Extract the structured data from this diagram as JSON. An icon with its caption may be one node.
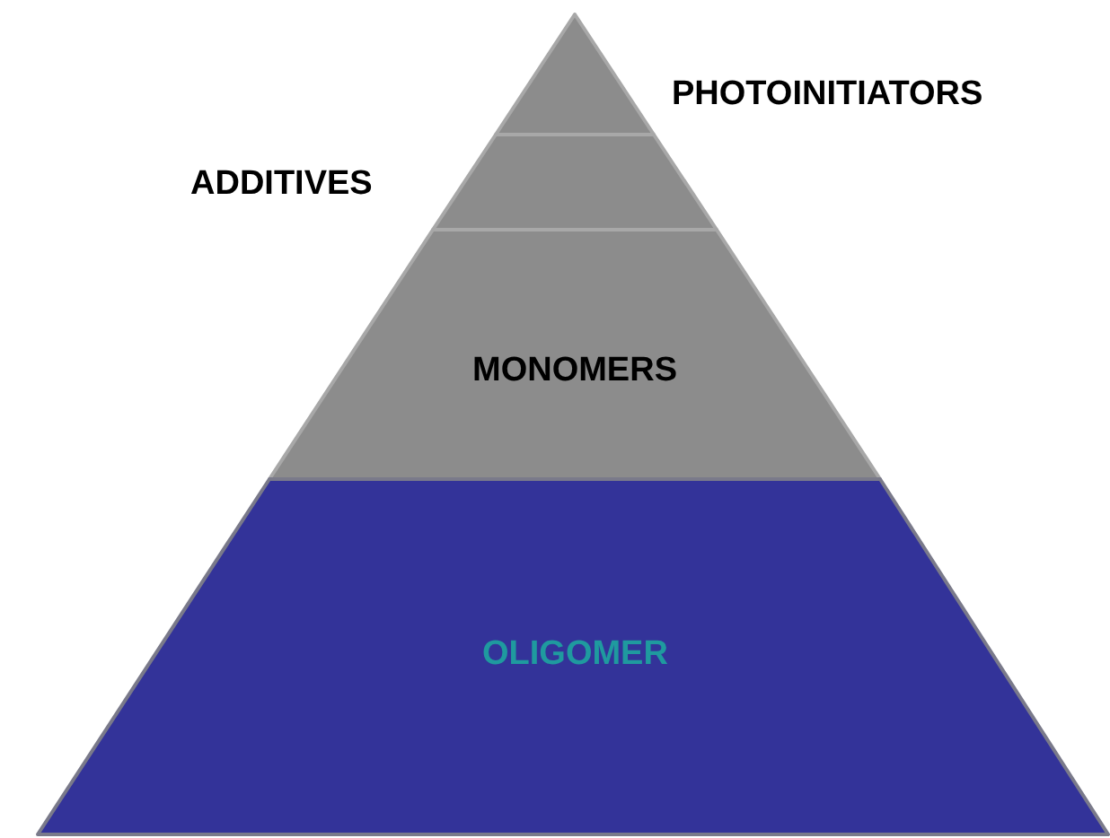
{
  "diagram": {
    "nodes": [
      {
        "text": [
          "PHOTOINITIATORS"
        ]
      },
      {
        "text": [
          "ADDITIVES"
        ]
      },
      {
        "text": [
          "MONOMERS"
        ]
      },
      {
        "text": [
          "OLIGOMER"
        ]
      }
    ]
  }
}
